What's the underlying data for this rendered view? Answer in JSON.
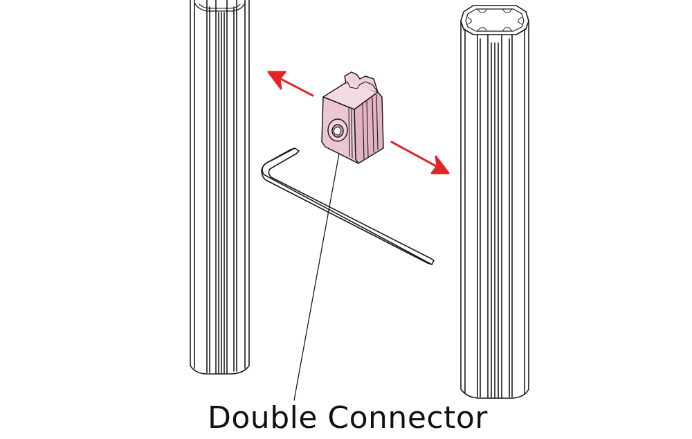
{
  "caption": "Double Connector",
  "colors": {
    "arrow": "#e0262b",
    "connector_fill": "#ecc6d2",
    "line": "#1a1a1a",
    "background": "#ffffff"
  },
  "parts": {
    "left_profile": "extrusion-profile",
    "right_profile": "extrusion-profile",
    "connector": "double-connector",
    "tool": "hex-key"
  }
}
